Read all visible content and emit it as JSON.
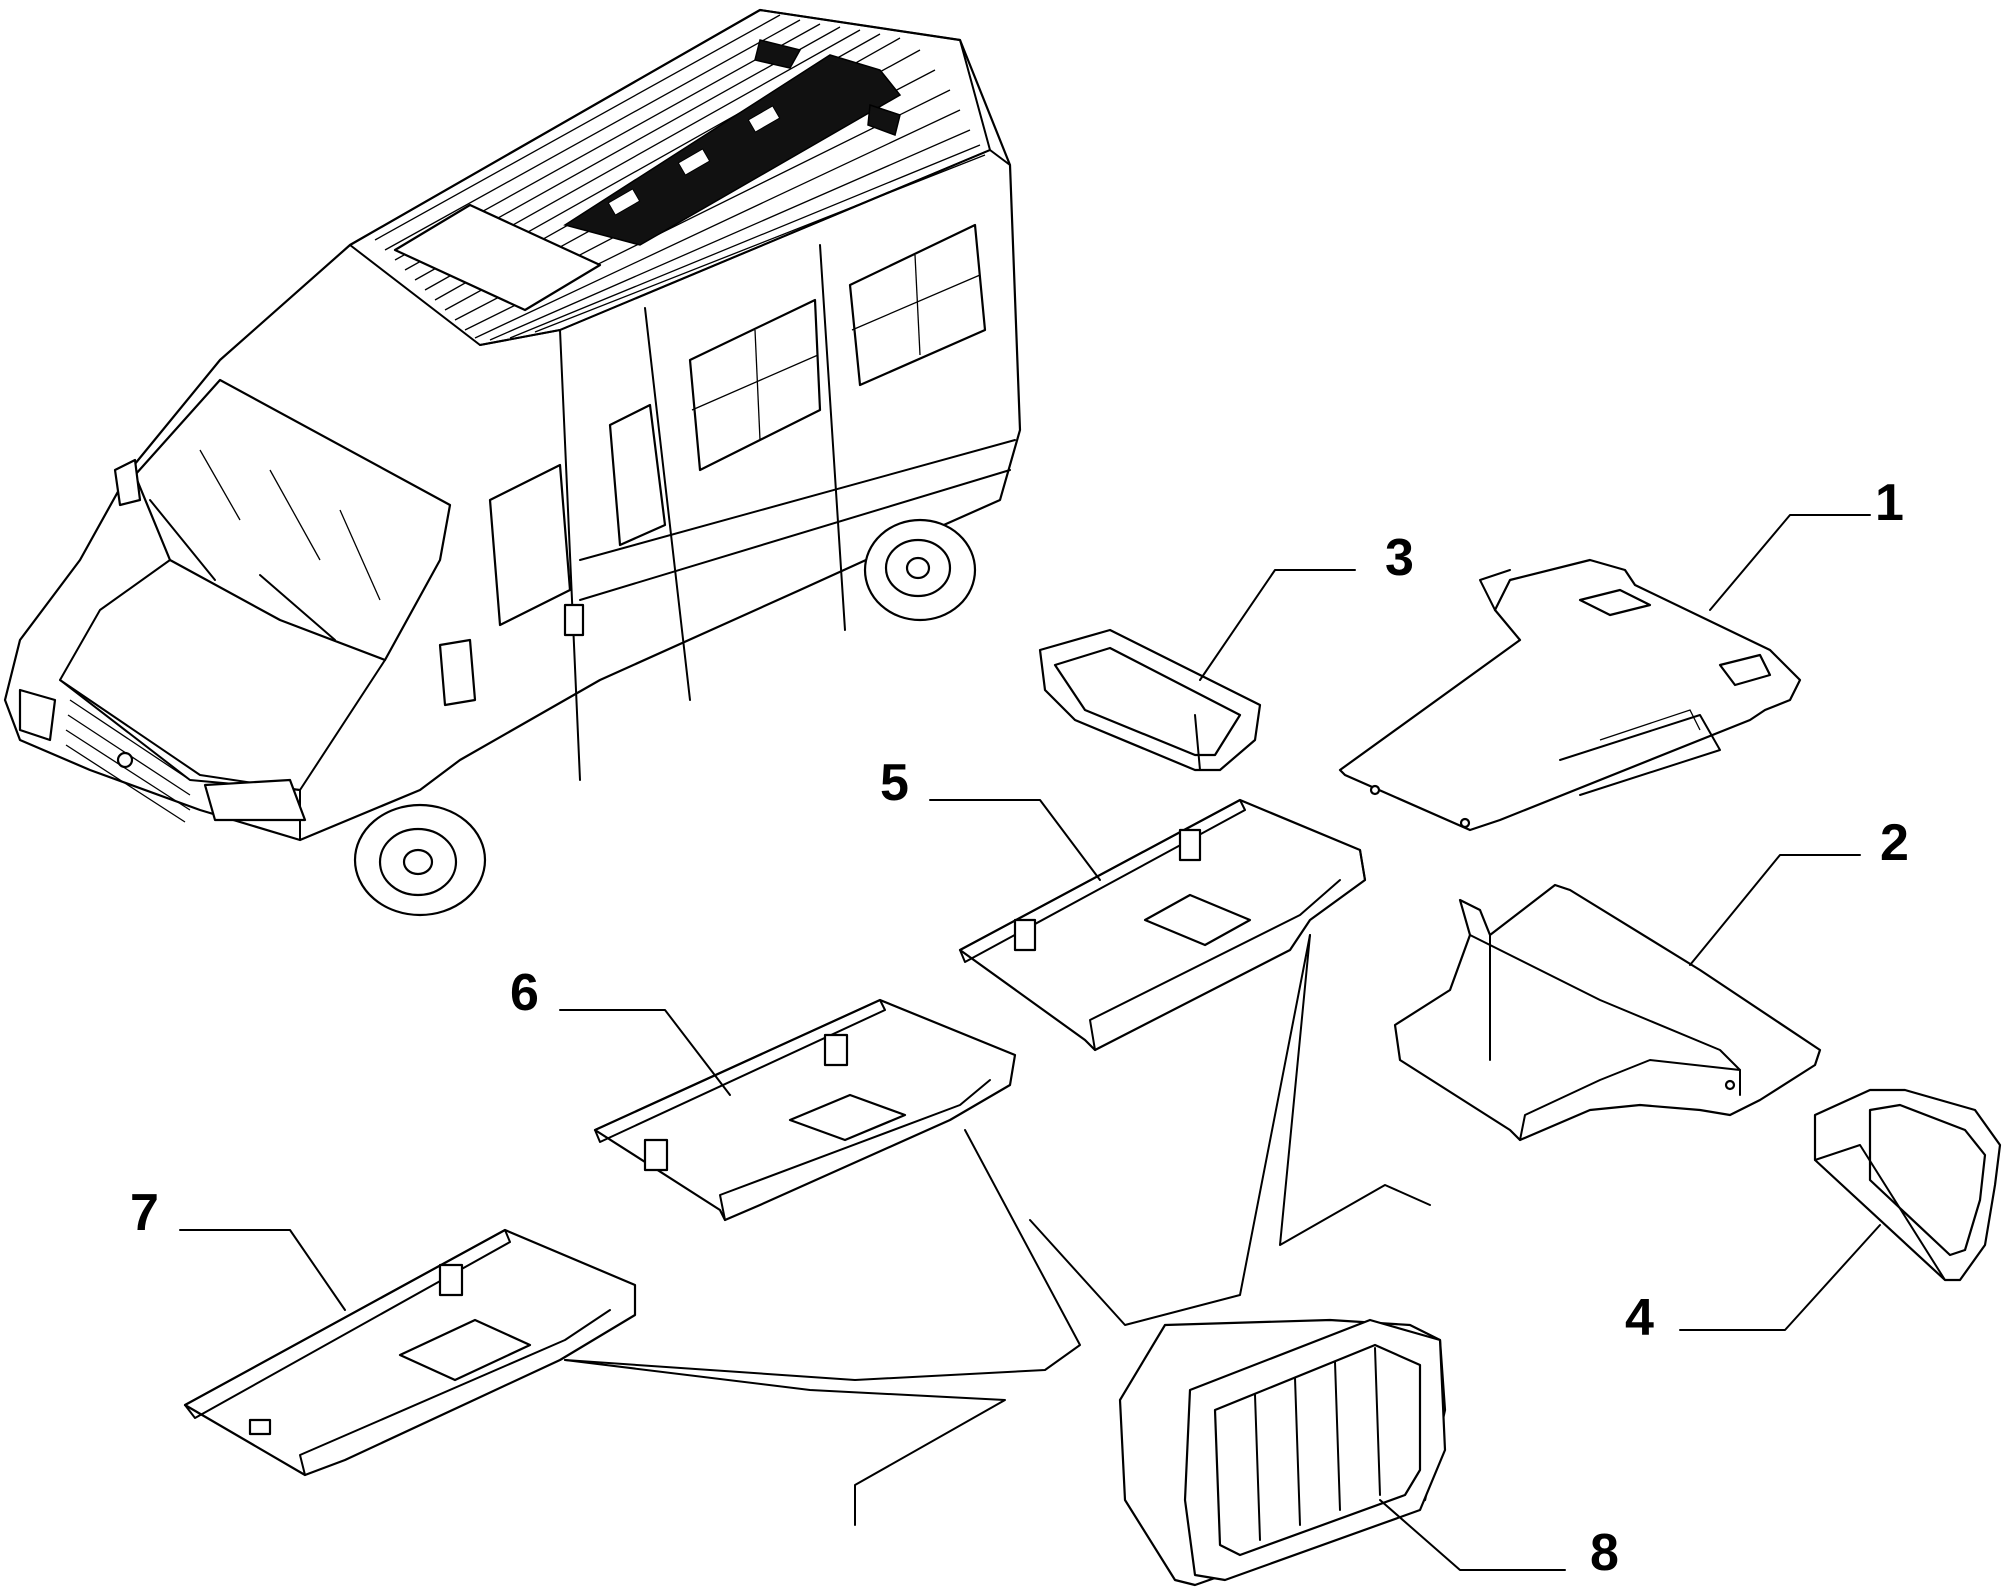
{
  "labels": [
    "1",
    "2",
    "3",
    "4",
    "5",
    "6",
    "7",
    "8"
  ],
  "colors": {
    "line": "#000000",
    "background": "#ffffff"
  }
}
